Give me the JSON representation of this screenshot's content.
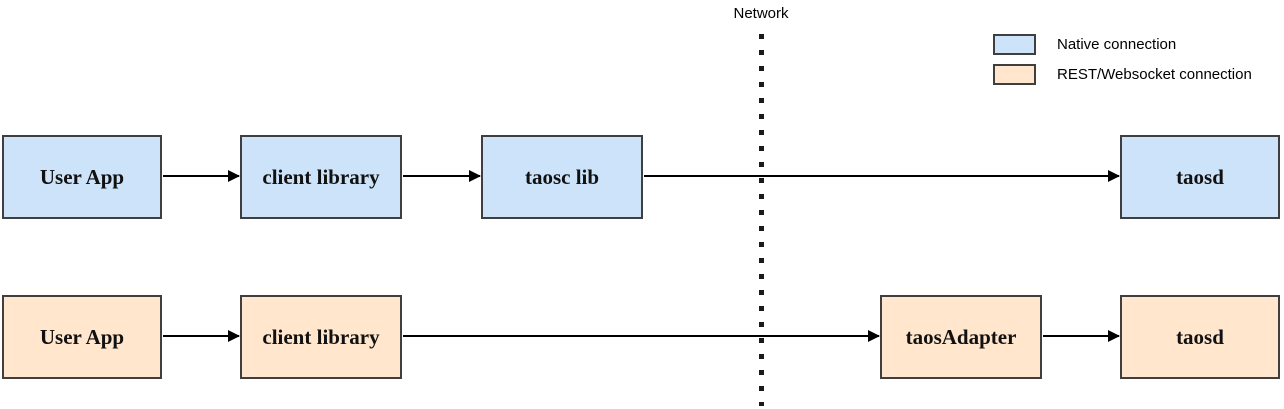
{
  "diagram": {
    "network_label": "Network"
  },
  "legend": {
    "items": [
      {
        "label": "Native connection",
        "color": "#cce3f9"
      },
      {
        "label": "REST/Websocket connection",
        "color": "#ffe6cc"
      }
    ]
  },
  "native_flow": {
    "nodes": [
      {
        "label": "User App"
      },
      {
        "label": "client library"
      },
      {
        "label": "taosc lib"
      },
      {
        "label": "taosd"
      }
    ]
  },
  "rest_flow": {
    "nodes": [
      {
        "label": "User App"
      },
      {
        "label": "client library"
      },
      {
        "label": "taosAdapter"
      },
      {
        "label": "taosd"
      }
    ]
  },
  "colors": {
    "native_fill": "#cce3f9",
    "rest_fill": "#ffe6cc",
    "border": "#3f3f3f",
    "arrow": "#000000"
  }
}
